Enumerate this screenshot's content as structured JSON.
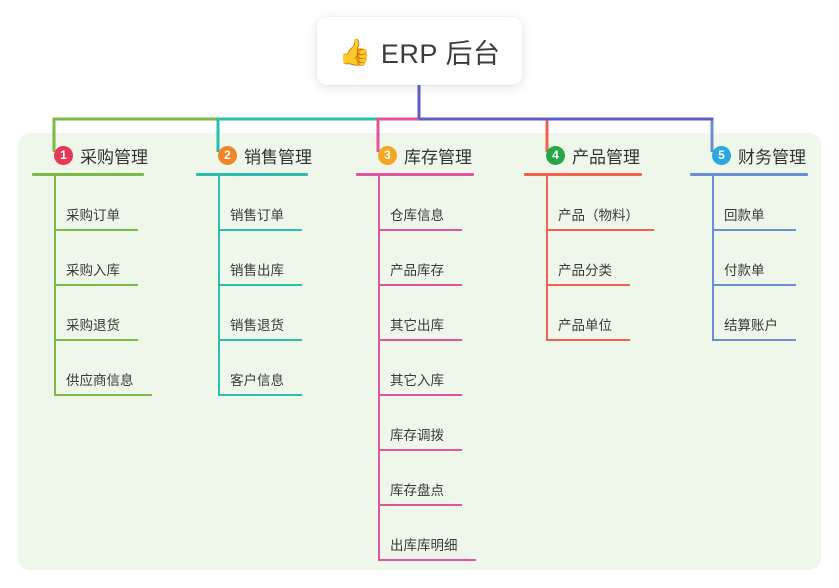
{
  "root": {
    "icon": "thumbs-up-icon",
    "icon_glyph": "👍",
    "title": "ERP 后台"
  },
  "theme": {
    "page_background": "#ffffff",
    "panel_background": "#eef7e9",
    "card_background": "#ffffff",
    "root_stem_color": "#5b5fc7",
    "text_color": "#333333"
  },
  "columns": [
    {
      "number": "1",
      "title": "采购管理",
      "badge_color": "#e8385a",
      "line_color": "#7cb946",
      "rule_width": 112,
      "items": [
        {
          "label": "采购订单",
          "rule_width": 84
        },
        {
          "label": "采购入库",
          "rule_width": 84
        },
        {
          "label": "采购退货",
          "rule_width": 84
        },
        {
          "label": "供应商信息",
          "rule_width": 98
        }
      ]
    },
    {
      "number": "2",
      "title": "销售管理",
      "badge_color": "#f0842a",
      "line_color": "#2cbfae",
      "rule_width": 112,
      "items": [
        {
          "label": "销售订单",
          "rule_width": 84
        },
        {
          "label": "销售出库",
          "rule_width": 84
        },
        {
          "label": "销售退货",
          "rule_width": 84
        },
        {
          "label": "客户信息",
          "rule_width": 84
        }
      ]
    },
    {
      "number": "3",
      "title": "库存管理",
      "badge_color": "#f5a623",
      "line_color": "#e0559f",
      "rule_width": 118,
      "items": [
        {
          "label": "仓库信息",
          "rule_width": 84
        },
        {
          "label": "产品库存",
          "rule_width": 84
        },
        {
          "label": "其它出库",
          "rule_width": 84
        },
        {
          "label": "其它入库",
          "rule_width": 84
        },
        {
          "label": "库存调拨",
          "rule_width": 84
        },
        {
          "label": "库存盘点",
          "rule_width": 84
        },
        {
          "label": "出库库明细",
          "rule_width": 98
        }
      ]
    },
    {
      "number": "4",
      "title": "产品管理",
      "badge_color": "#26a844",
      "line_color": "#f4604f",
      "rule_width": 118,
      "items": [
        {
          "label": "产品（物料）",
          "rule_width": 108
        },
        {
          "label": "产品分类",
          "rule_width": 84
        },
        {
          "label": "产品单位",
          "rule_width": 84
        }
      ]
    },
    {
      "number": "5",
      "title": "财务管理",
      "badge_color": "#2aa8e0",
      "line_color": "#6c8fd4",
      "rule_width": 118,
      "items": [
        {
          "label": "回款单",
          "rule_width": 84
        },
        {
          "label": "付款单",
          "rule_width": 84
        },
        {
          "label": "结算账户",
          "rule_width": 84
        }
      ]
    }
  ]
}
